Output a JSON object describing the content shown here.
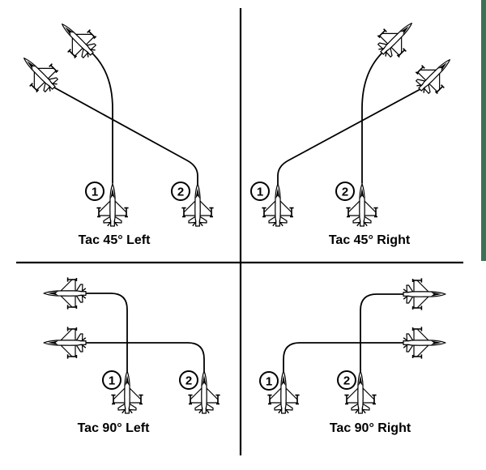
{
  "colors": {
    "ink": "#000000",
    "background": "#ffffff",
    "edge_bar_green": "#3a7352"
  },
  "panels": {
    "tac45left": {
      "label": "Tac 45° Left",
      "jet1_number": "1",
      "jet2_number": "2"
    },
    "tac45right": {
      "label": "Tac 45° Right",
      "jet1_number": "1",
      "jet2_number": "2"
    },
    "tac90left": {
      "label": "Tac 90° Left",
      "jet1_number": "1",
      "jet2_number": "2"
    },
    "tac90right": {
      "label": "Tac 90° Right",
      "jet1_number": "1",
      "jet2_number": "2"
    }
  }
}
